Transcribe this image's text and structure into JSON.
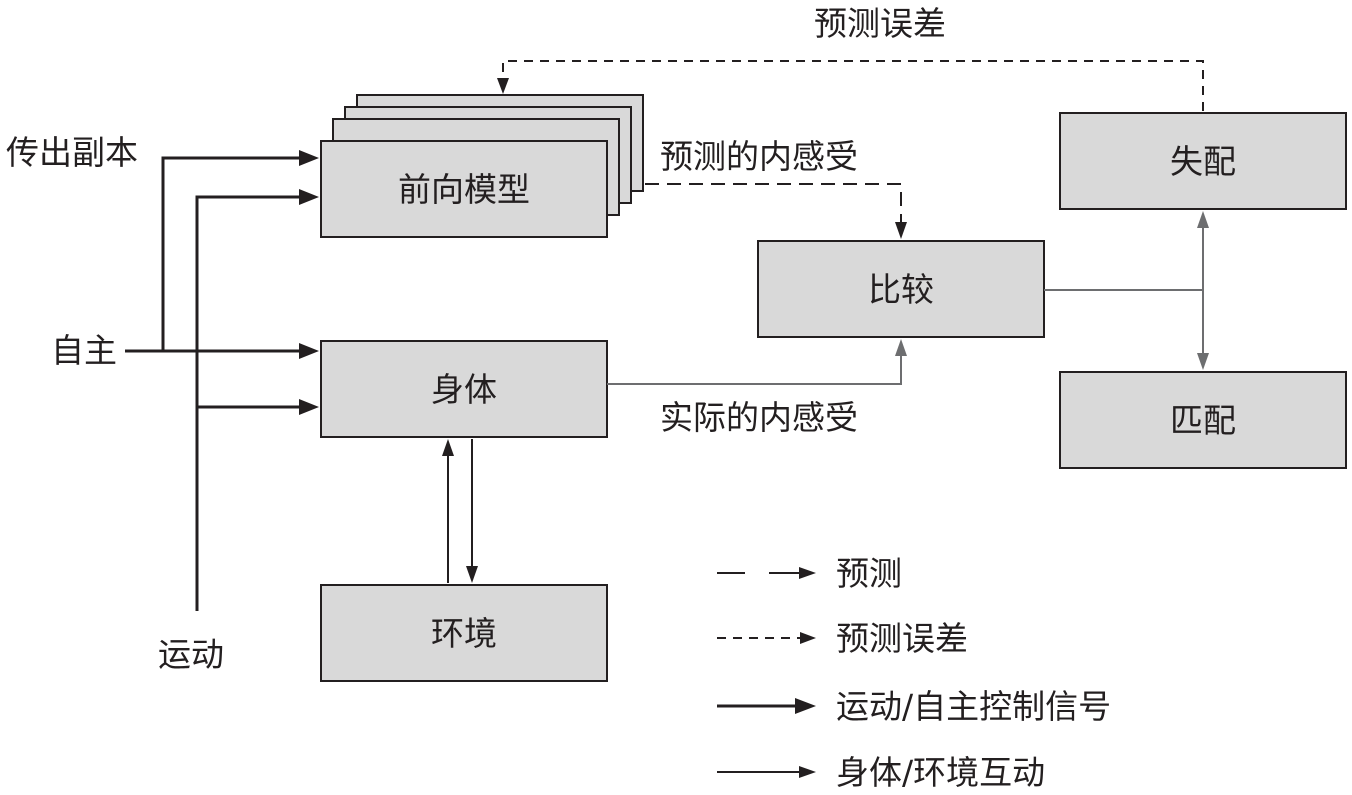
{
  "nodes": {
    "forward_model": "前向模型",
    "body": "身体",
    "environment": "环境",
    "compare": "比较",
    "mismatch": "失配",
    "match": "匹配"
  },
  "inputs": {
    "efference_copy": "传出副本",
    "autonomic": "自主",
    "motor": "运动"
  },
  "edges": {
    "predicted_interoception": "预测的内感受",
    "actual_interoception": "实际的内感受",
    "prediction_error": "预测误差"
  },
  "legend": [
    {
      "style": "prediction",
      "label": "预测"
    },
    {
      "style": "prediction-error",
      "label": "预测误差"
    },
    {
      "style": "control-signal",
      "label": "运动/自主控制信号"
    },
    {
      "style": "interaction",
      "label": "身体/环境互动"
    }
  ]
}
